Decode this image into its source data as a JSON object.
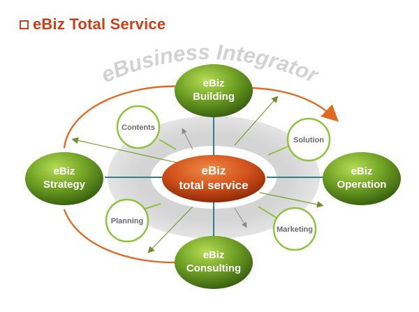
{
  "title": "eBiz Total Service",
  "arc_label": "eBusiness Integrator",
  "center": {
    "line1": "eBiz",
    "line2": "total service"
  },
  "nodes": {
    "building": {
      "line1": "eBiz",
      "line2": "Building"
    },
    "strategy": {
      "line1": "eBiz",
      "line2": "Strategy"
    },
    "operation": {
      "line1": "eBiz",
      "line2": "Operation"
    },
    "consulting": {
      "line1": "eBiz",
      "line2": "Consulting"
    }
  },
  "satellites": {
    "contents": "Contents",
    "solution": "Solution",
    "planning": "Planning",
    "marketing": "Marketing"
  },
  "colors": {
    "title": "#c8401a",
    "green_light": "#9cc83a",
    "green_dark": "#3f6e12",
    "center_light": "#e8622a",
    "center_dark": "#9b2f08",
    "ring": "#d9d9d9",
    "arc_orange": "#e06a20",
    "satellite_border": "#8fc23a",
    "connector": "#2e7f86"
  }
}
